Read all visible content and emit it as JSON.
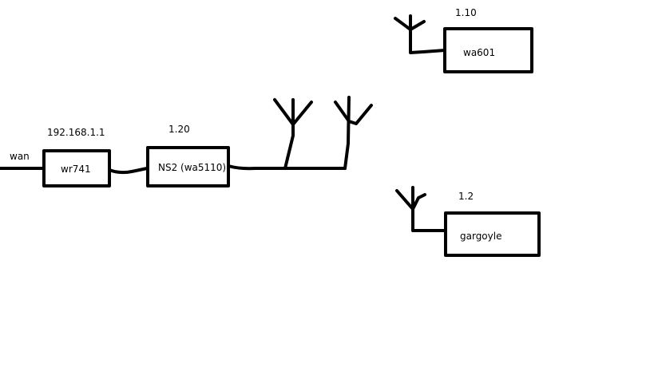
{
  "labels": {
    "wan": "wan",
    "router_ip": "192.168.1.1",
    "router_name": "wr741",
    "ap_ip": "1.20",
    "ap_name": "NS2 (wa5110)",
    "client1_ip": "1.10",
    "client1_name": "wa601",
    "client2_ip": "1.2",
    "client2_name": "gargoyle"
  }
}
